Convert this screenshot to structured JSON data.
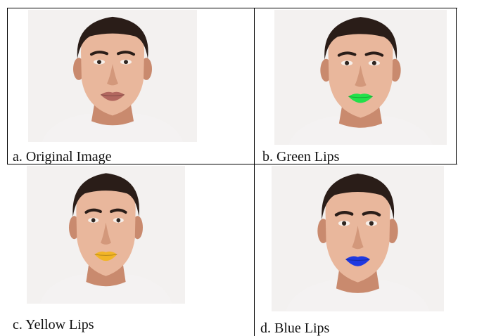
{
  "panels": [
    {
      "caption": "a. Original Image",
      "lip_color": "#b2675f"
    },
    {
      "caption": "b. Green Lips",
      "lip_color": "#22e14a"
    },
    {
      "caption": "c. Yellow Lips",
      "lip_color": "#f2b526"
    },
    {
      "caption": "d. Blue Lips",
      "lip_color": "#1f39e0"
    }
  ],
  "colors": {
    "skin": "#e9b79c",
    "skin_shadow": "#c98a6e",
    "hair": "#2a1d18",
    "shirt": "#f4f2f2",
    "background": "#f3f1f0",
    "grid_line": "#000000"
  }
}
